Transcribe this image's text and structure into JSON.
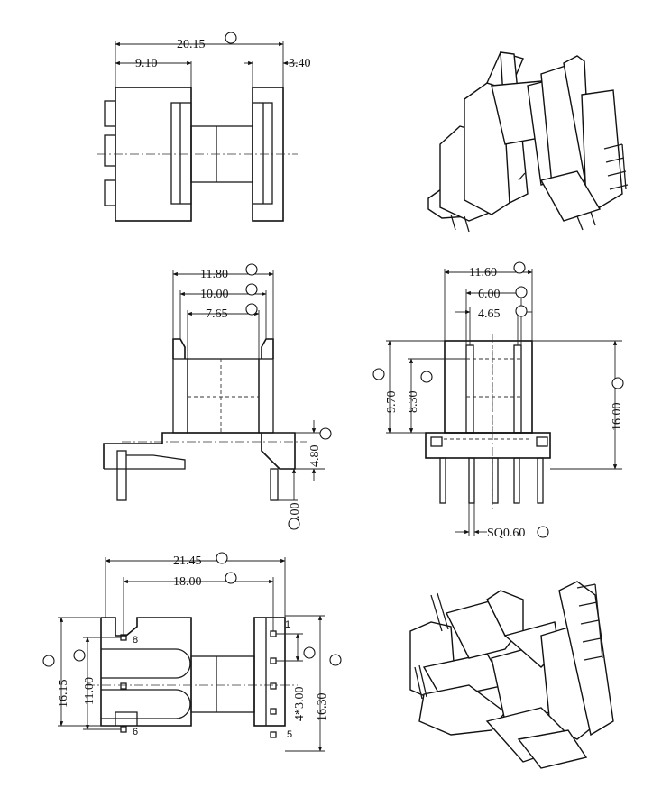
{
  "views": {
    "top": {
      "dims": [
        "20.15",
        "9.10",
        "3.40"
      ]
    },
    "front": {
      "dims": [
        "11.80",
        "10.00",
        "7.65",
        "4.80",
        "2.00"
      ]
    },
    "side": {
      "dims": [
        "11.60",
        "6.00",
        "4.65",
        "9.70",
        "8.30",
        "16.00",
        "SQ0.60"
      ]
    },
    "bottom": {
      "dims": [
        "21.45",
        "18.00",
        "16.15",
        "11.00",
        "4*3.00",
        "16.30"
      ],
      "pins": [
        "8",
        "6",
        "1",
        "5"
      ]
    }
  }
}
